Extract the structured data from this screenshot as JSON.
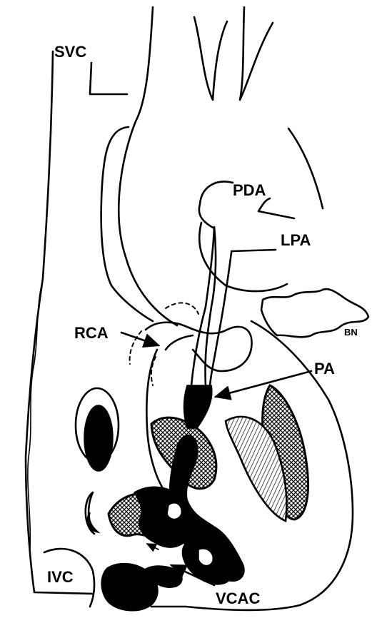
{
  "labels": {
    "svc": "SVC",
    "pda": "PDA",
    "lpa": "LPA",
    "rca": "RCA",
    "pa": "PA",
    "ivc": "IVC",
    "vcac": "VCAC"
  },
  "signature": "BN"
}
